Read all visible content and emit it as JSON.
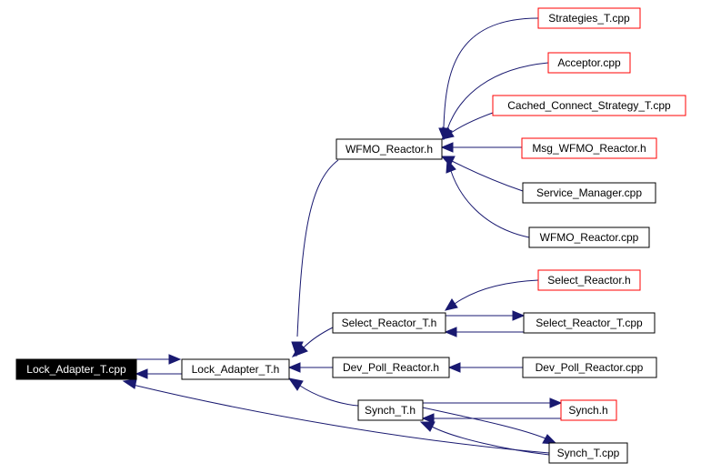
{
  "colors": {
    "edge": "#191970",
    "border": "#000000",
    "border_external": "#ff0000",
    "root_fill": "#000000",
    "root_text": "#ffffff"
  },
  "nodes": [
    {
      "id": "lock_adapter_cpp",
      "label": "Lock_Adapter_T.cpp",
      "style": "root"
    },
    {
      "id": "lock_adapter_h",
      "label": "Lock_Adapter_T.h",
      "style": "normal"
    },
    {
      "id": "wfmo_reactor_h",
      "label": "WFMO_Reactor.h",
      "style": "normal"
    },
    {
      "id": "strategies_cpp",
      "label": "Strategies_T.cpp",
      "style": "external"
    },
    {
      "id": "acceptor_cpp",
      "label": "Acceptor.cpp",
      "style": "external"
    },
    {
      "id": "cached_connect_cpp",
      "label": "Cached_Connect_Strategy_T.cpp",
      "style": "external"
    },
    {
      "id": "msg_wfmo_h",
      "label": "Msg_WFMO_Reactor.h",
      "style": "external"
    },
    {
      "id": "service_manager_cpp",
      "label": "Service_Manager.cpp",
      "style": "normal"
    },
    {
      "id": "wfmo_reactor_cpp",
      "label": "WFMO_Reactor.cpp",
      "style": "normal"
    },
    {
      "id": "select_reactor_h",
      "label": "Select_Reactor.h",
      "style": "external"
    },
    {
      "id": "select_reactor_t_h",
      "label": "Select_Reactor_T.h",
      "style": "normal"
    },
    {
      "id": "select_reactor_t_cpp",
      "label": "Select_Reactor_T.cpp",
      "style": "normal"
    },
    {
      "id": "dev_poll_h",
      "label": "Dev_Poll_Reactor.h",
      "style": "normal"
    },
    {
      "id": "dev_poll_cpp",
      "label": "Dev_Poll_Reactor.cpp",
      "style": "normal"
    },
    {
      "id": "synch_t_h",
      "label": "Synch_T.h",
      "style": "normal"
    },
    {
      "id": "synch_h",
      "label": "Synch.h",
      "style": "external"
    },
    {
      "id": "synch_t_cpp",
      "label": "Synch_T.cpp",
      "style": "normal"
    }
  ],
  "edges": [
    {
      "from": "lock_adapter_cpp",
      "to": "lock_adapter_h"
    },
    {
      "from": "lock_adapter_h",
      "to": "lock_adapter_cpp"
    },
    {
      "from": "wfmo_reactor_h",
      "to": "lock_adapter_h"
    },
    {
      "from": "select_reactor_t_h",
      "to": "lock_adapter_h"
    },
    {
      "from": "dev_poll_h",
      "to": "lock_adapter_h"
    },
    {
      "from": "synch_t_h",
      "to": "lock_adapter_h"
    },
    {
      "from": "strategies_cpp",
      "to": "wfmo_reactor_h"
    },
    {
      "from": "acceptor_cpp",
      "to": "wfmo_reactor_h"
    },
    {
      "from": "cached_connect_cpp",
      "to": "wfmo_reactor_h"
    },
    {
      "from": "msg_wfmo_h",
      "to": "wfmo_reactor_h"
    },
    {
      "from": "service_manager_cpp",
      "to": "wfmo_reactor_h"
    },
    {
      "from": "wfmo_reactor_cpp",
      "to": "wfmo_reactor_h"
    },
    {
      "from": "select_reactor_h",
      "to": "select_reactor_t_h"
    },
    {
      "from": "select_reactor_t_cpp",
      "to": "select_reactor_t_h"
    },
    {
      "from": "select_reactor_t_h",
      "to": "select_reactor_t_cpp"
    },
    {
      "from": "dev_poll_cpp",
      "to": "dev_poll_h"
    },
    {
      "from": "synch_t_h",
      "to": "synch_h"
    },
    {
      "from": "synch_h",
      "to": "synch_t_h"
    },
    {
      "from": "synch_t_cpp",
      "to": "synch_t_h"
    },
    {
      "from": "synch_t_h",
      "to": "synch_t_cpp"
    },
    {
      "from": "synch_t_cpp",
      "to": "lock_adapter_cpp"
    }
  ]
}
